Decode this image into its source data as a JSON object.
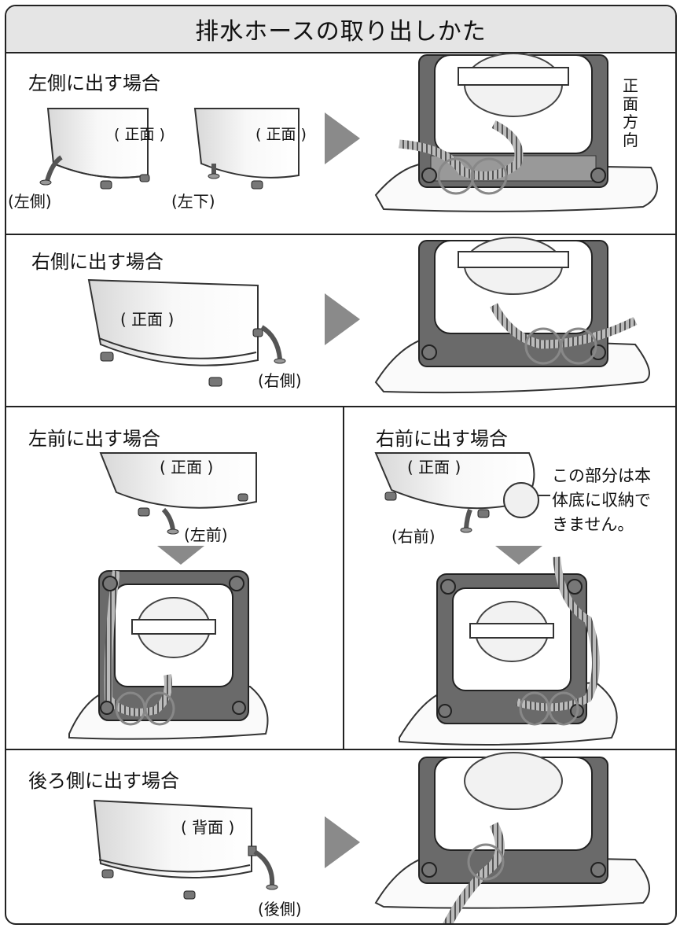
{
  "title": "排水ホースの取り出しかた",
  "sections": {
    "left_side": {
      "heading": "左側に出す場合",
      "front1": "( 正面 )",
      "front2": "( 正面 )",
      "label1": "(左側)",
      "label2": "(左下)",
      "direction": [
        "正",
        "面",
        "方",
        "向"
      ]
    },
    "right_side": {
      "heading": "右側に出す場合",
      "front": "( 正面 )",
      "label": "(右側)"
    },
    "left_front": {
      "heading": "左前に出す場合",
      "front": "( 正面 )",
      "label": "(左前)"
    },
    "right_front": {
      "heading": "右前に出す場合",
      "front": "( 正面 )",
      "label": "(右前)",
      "note": [
        "この部分は本",
        "体底に収納で",
        "きません。"
      ]
    },
    "back_side": {
      "heading": "後ろ側に出す場合",
      "front": "( 背面 )",
      "label": "(後側)"
    }
  },
  "colors": {
    "border": "#222222",
    "title_bg": "#e5e5e5",
    "arrow": "#8a8a8a",
    "body": "#e8e8e8",
    "panel": "#5a5a5a",
    "circle": "#888888"
  }
}
